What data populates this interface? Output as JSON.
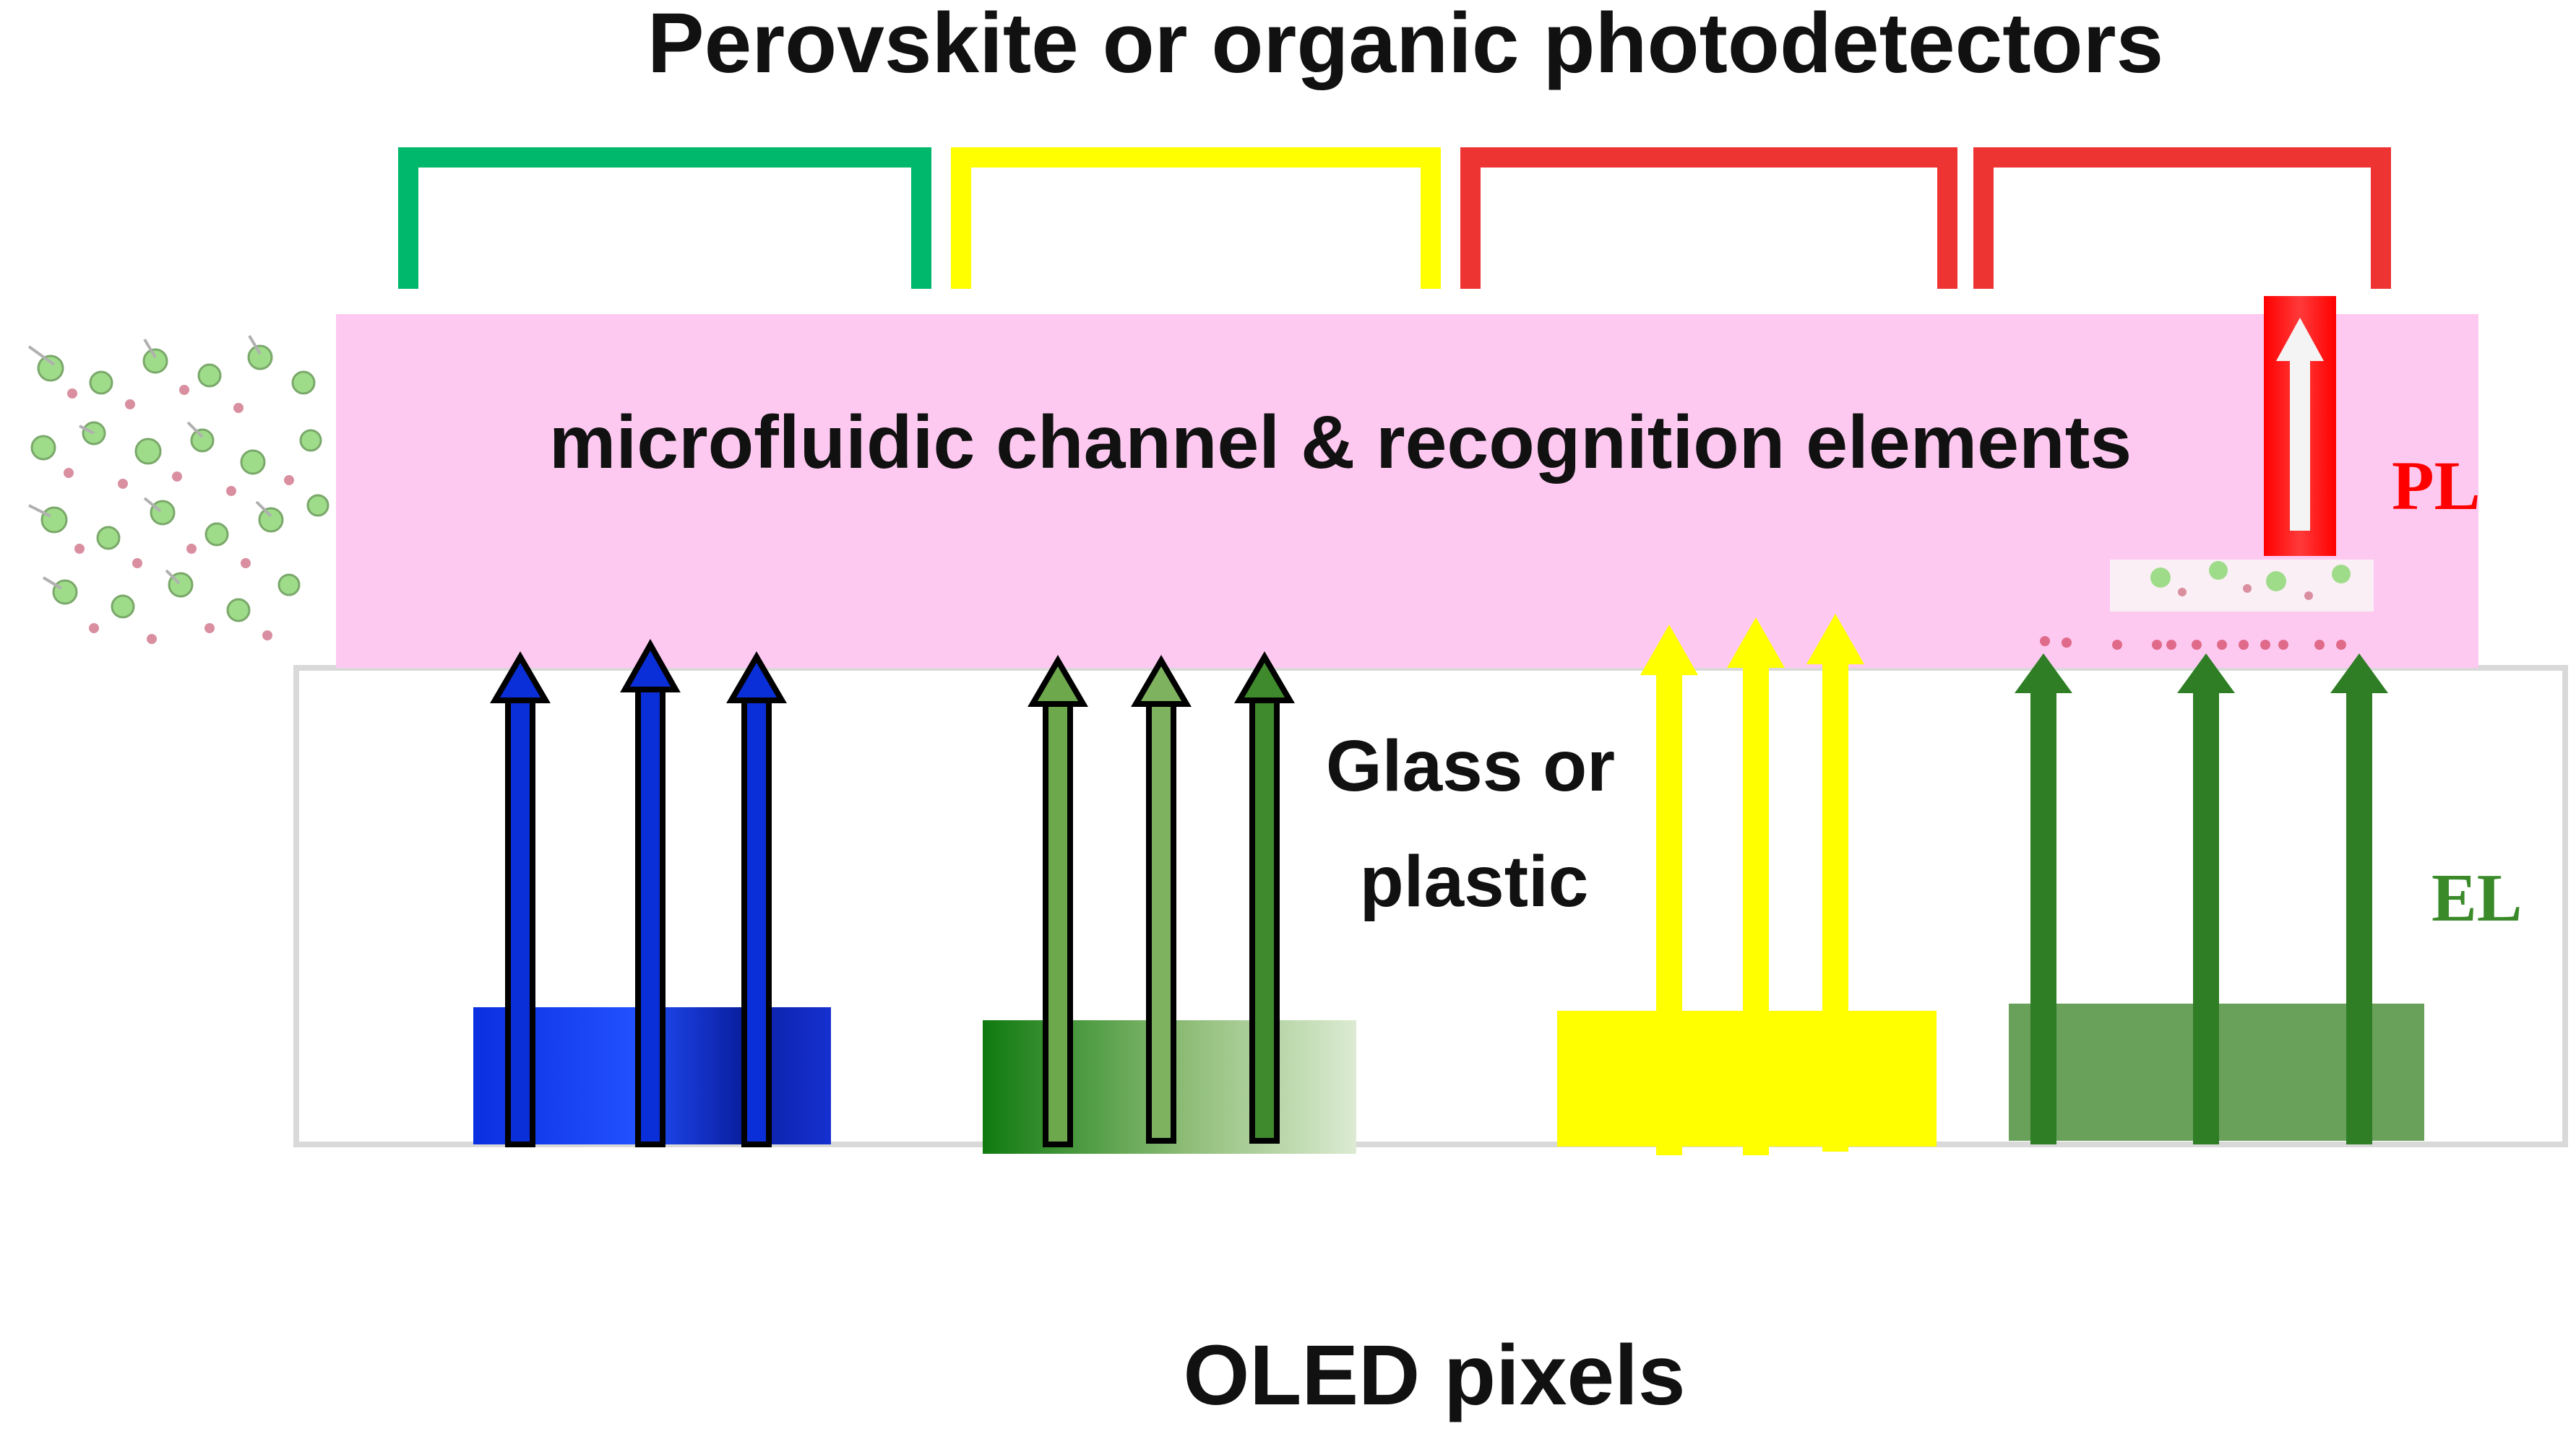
{
  "diagram": {
    "title": "Perovskite or organic photodetectors",
    "channel_label": "microfluidic channel & recognition elements",
    "substrate_label_line1": "Glass or",
    "substrate_label_line2": "plastic",
    "pl_label": "PL",
    "el_label": "EL",
    "bottom_label": "OLED pixels"
  },
  "colors": {
    "background": "#ffffff",
    "channel": "#fdc9f0",
    "substrate_border": "#d9d9d9",
    "blue_pixel": "#0a2fd8",
    "green_pixel": "#1f7a1f",
    "yellow_pixel": "#ffff00",
    "dark_green_pixel": "#6aa15a",
    "bracket_green": "#00b86b",
    "bracket_yellow": "#ffff00",
    "bracket_red": "#ee3333",
    "pl_red": "#ff0000",
    "el_green": "#3a8a2a",
    "text": "#111111"
  }
}
